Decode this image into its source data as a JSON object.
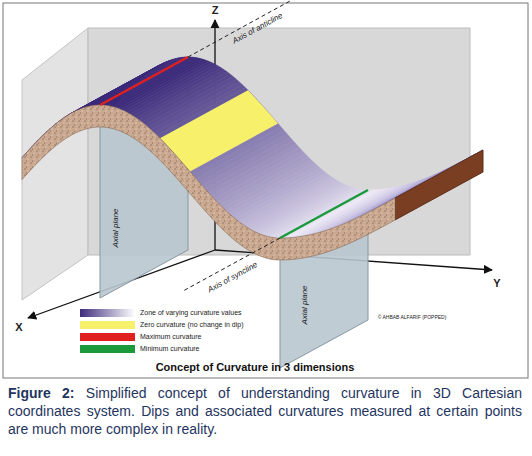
{
  "diagram": {
    "title": "Concept of Curvature in 3 dimensions",
    "caption": "Figure 2: Simplified concept of understanding curvature in 3D Cartesian coordinates system. Dips and associated curvatures measured at certain points are much more complex in reality.",
    "labels": [
      "Z",
      "Axis of anticline",
      "Y",
      "Axis of syncline",
      "Axial plane",
      "X",
      "Axial plane",
      "© AHBAB ALFARIF (POPPED)"
    ],
    "legend": [
      {
        "text": "Zone of varying curvature values",
        "color": "#3d2c7c"
      },
      {
        "text": "Zero curvature (no change in dip)",
        "color": "#f6f06a"
      },
      {
        "text": "Maximum curvature",
        "color": "#e0201e"
      },
      {
        "text": "Minimum curvature",
        "color": "#1a9a3a"
      }
    ]
  }
}
